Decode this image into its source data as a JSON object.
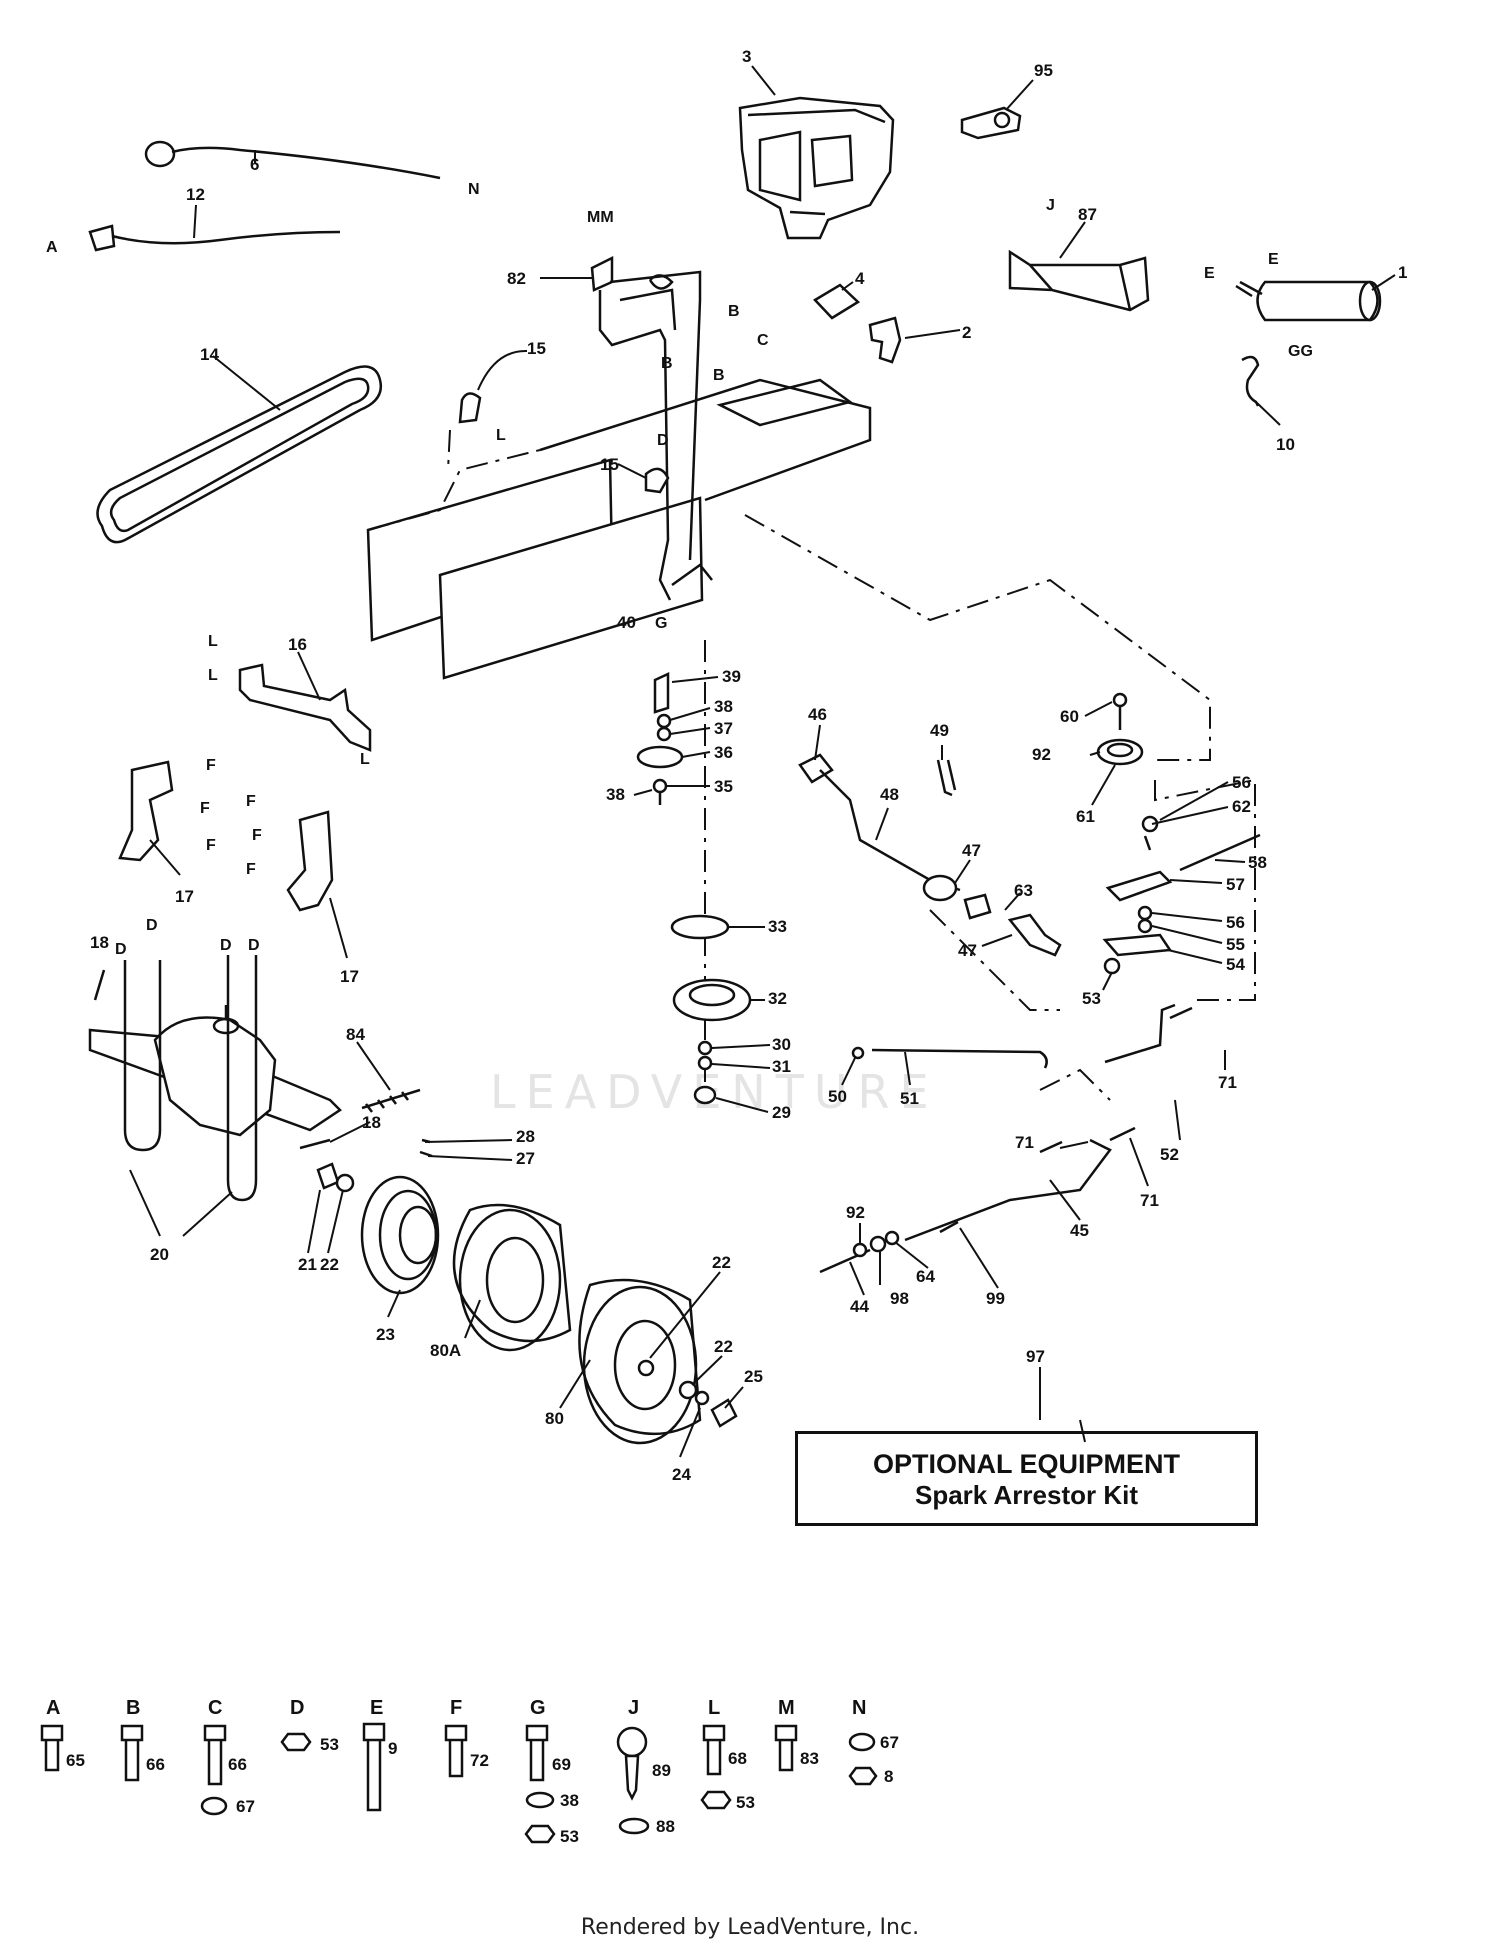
{
  "callouts": [
    {
      "id": "c1",
      "text": "1"
    },
    {
      "id": "c2",
      "text": "2"
    },
    {
      "id": "c3",
      "text": "3"
    },
    {
      "id": "c4",
      "text": "4"
    },
    {
      "id": "c6",
      "text": "6"
    },
    {
      "id": "c10",
      "text": "10"
    },
    {
      "id": "c12",
      "text": "12"
    },
    {
      "id": "c14",
      "text": "14"
    },
    {
      "id": "c15a",
      "text": "15"
    },
    {
      "id": "c15b",
      "text": "15"
    },
    {
      "id": "c16",
      "text": "16"
    },
    {
      "id": "c17a",
      "text": "17"
    },
    {
      "id": "c17b",
      "text": "17"
    },
    {
      "id": "c18a",
      "text": "18"
    },
    {
      "id": "c18b",
      "text": "18"
    },
    {
      "id": "c20",
      "text": "20"
    },
    {
      "id": "c21",
      "text": "21"
    },
    {
      "id": "c22a",
      "text": "22"
    },
    {
      "id": "c22b",
      "text": "22"
    },
    {
      "id": "c22c",
      "text": "22"
    },
    {
      "id": "c23",
      "text": "23"
    },
    {
      "id": "c24",
      "text": "24"
    },
    {
      "id": "c25",
      "text": "25"
    },
    {
      "id": "c27",
      "text": "27"
    },
    {
      "id": "c28",
      "text": "28"
    },
    {
      "id": "c29",
      "text": "29"
    },
    {
      "id": "c30",
      "text": "30"
    },
    {
      "id": "c31",
      "text": "31"
    },
    {
      "id": "c32",
      "text": "32"
    },
    {
      "id": "c33",
      "text": "33"
    },
    {
      "id": "c35",
      "text": "35"
    },
    {
      "id": "c36",
      "text": "36"
    },
    {
      "id": "c37",
      "text": "37"
    },
    {
      "id": "c38a",
      "text": "38"
    },
    {
      "id": "c38b",
      "text": "38"
    },
    {
      "id": "c39",
      "text": "39"
    },
    {
      "id": "c40",
      "text": "40"
    },
    {
      "id": "c44",
      "text": "44"
    },
    {
      "id": "c45",
      "text": "45"
    },
    {
      "id": "c46",
      "text": "46"
    },
    {
      "id": "c47a",
      "text": "47"
    },
    {
      "id": "c47b",
      "text": "47"
    },
    {
      "id": "c48",
      "text": "48"
    },
    {
      "id": "c49",
      "text": "49"
    },
    {
      "id": "c50",
      "text": "50"
    },
    {
      "id": "c51",
      "text": "51"
    },
    {
      "id": "c52",
      "text": "52"
    },
    {
      "id": "c53",
      "text": "53"
    },
    {
      "id": "c54",
      "text": "54"
    },
    {
      "id": "c55",
      "text": "55"
    },
    {
      "id": "c56a",
      "text": "56"
    },
    {
      "id": "c56b",
      "text": "56"
    },
    {
      "id": "c57",
      "text": "57"
    },
    {
      "id": "c58",
      "text": "58"
    },
    {
      "id": "c60",
      "text": "60"
    },
    {
      "id": "c61",
      "text": "61"
    },
    {
      "id": "c62",
      "text": "62"
    },
    {
      "id": "c63",
      "text": "63"
    },
    {
      "id": "c64",
      "text": "64"
    },
    {
      "id": "c71a",
      "text": "71"
    },
    {
      "id": "c71b",
      "text": "71"
    },
    {
      "id": "c71c",
      "text": "71"
    },
    {
      "id": "c80",
      "text": "80"
    },
    {
      "id": "c80a",
      "text": "80A"
    },
    {
      "id": "c82",
      "text": "82"
    },
    {
      "id": "c84",
      "text": "84"
    },
    {
      "id": "c87",
      "text": "87"
    },
    {
      "id": "c92a",
      "text": "92"
    },
    {
      "id": "c92b",
      "text": "92"
    },
    {
      "id": "c95",
      "text": "95"
    },
    {
      "id": "c97",
      "text": "97"
    },
    {
      "id": "c98",
      "text": "98"
    },
    {
      "id": "c99",
      "text": "99"
    }
  ],
  "ref_letters": [
    {
      "id": "lA",
      "text": "A"
    },
    {
      "id": "lN",
      "text": "N"
    },
    {
      "id": "lMM",
      "text": "MM"
    },
    {
      "id": "lB1",
      "text": "B"
    },
    {
      "id": "lB2",
      "text": "B"
    },
    {
      "id": "lB3",
      "text": "B"
    },
    {
      "id": "lC",
      "text": "C"
    },
    {
      "id": "lD1",
      "text": "D"
    },
    {
      "id": "lL1",
      "text": "L"
    },
    {
      "id": "lG1",
      "text": "G"
    },
    {
      "id": "lJ",
      "text": "J"
    },
    {
      "id": "lE1",
      "text": "E"
    },
    {
      "id": "lE2",
      "text": "E"
    },
    {
      "id": "lGG",
      "text": "GG"
    },
    {
      "id": "lL2",
      "text": "L"
    },
    {
      "id": "lL3",
      "text": "L"
    },
    {
      "id": "lL4",
      "text": "L"
    },
    {
      "id": "lF1",
      "text": "F"
    },
    {
      "id": "lF2",
      "text": "F"
    },
    {
      "id": "lF3",
      "text": "F"
    },
    {
      "id": "lF4",
      "text": "F"
    },
    {
      "id": "lF5",
      "text": "F"
    },
    {
      "id": "lF6",
      "text": "F"
    },
    {
      "id": "lD2",
      "text": "D"
    },
    {
      "id": "lD3",
      "text": "D"
    },
    {
      "id": "lD4",
      "text": "D"
    },
    {
      "id": "lD5",
      "text": "D"
    }
  ],
  "fastener_key": [
    {
      "letter": "A",
      "parts": [
        "65"
      ]
    },
    {
      "letter": "B",
      "parts": [
        "66"
      ]
    },
    {
      "letter": "C",
      "parts": [
        "66",
        "67"
      ]
    },
    {
      "letter": "D",
      "parts": [
        "53"
      ]
    },
    {
      "letter": "E",
      "parts": [
        "9"
      ]
    },
    {
      "letter": "F",
      "parts": [
        "72"
      ]
    },
    {
      "letter": "G",
      "parts": [
        "69",
        "38",
        "53"
      ]
    },
    {
      "letter": "J",
      "parts": [
        "89",
        "88"
      ]
    },
    {
      "letter": "L",
      "parts": [
        "68",
        "53"
      ]
    },
    {
      "letter": "M",
      "parts": [
        "83"
      ]
    },
    {
      "letter": "N",
      "parts": [
        "67",
        "8"
      ]
    }
  ],
  "optional_box": {
    "line1": "OPTIONAL EQUIPMENT",
    "line2": "Spark Arrestor Kit"
  },
  "watermark": "LEADVENTURE",
  "footer": "Rendered by LeadVenture, Inc."
}
